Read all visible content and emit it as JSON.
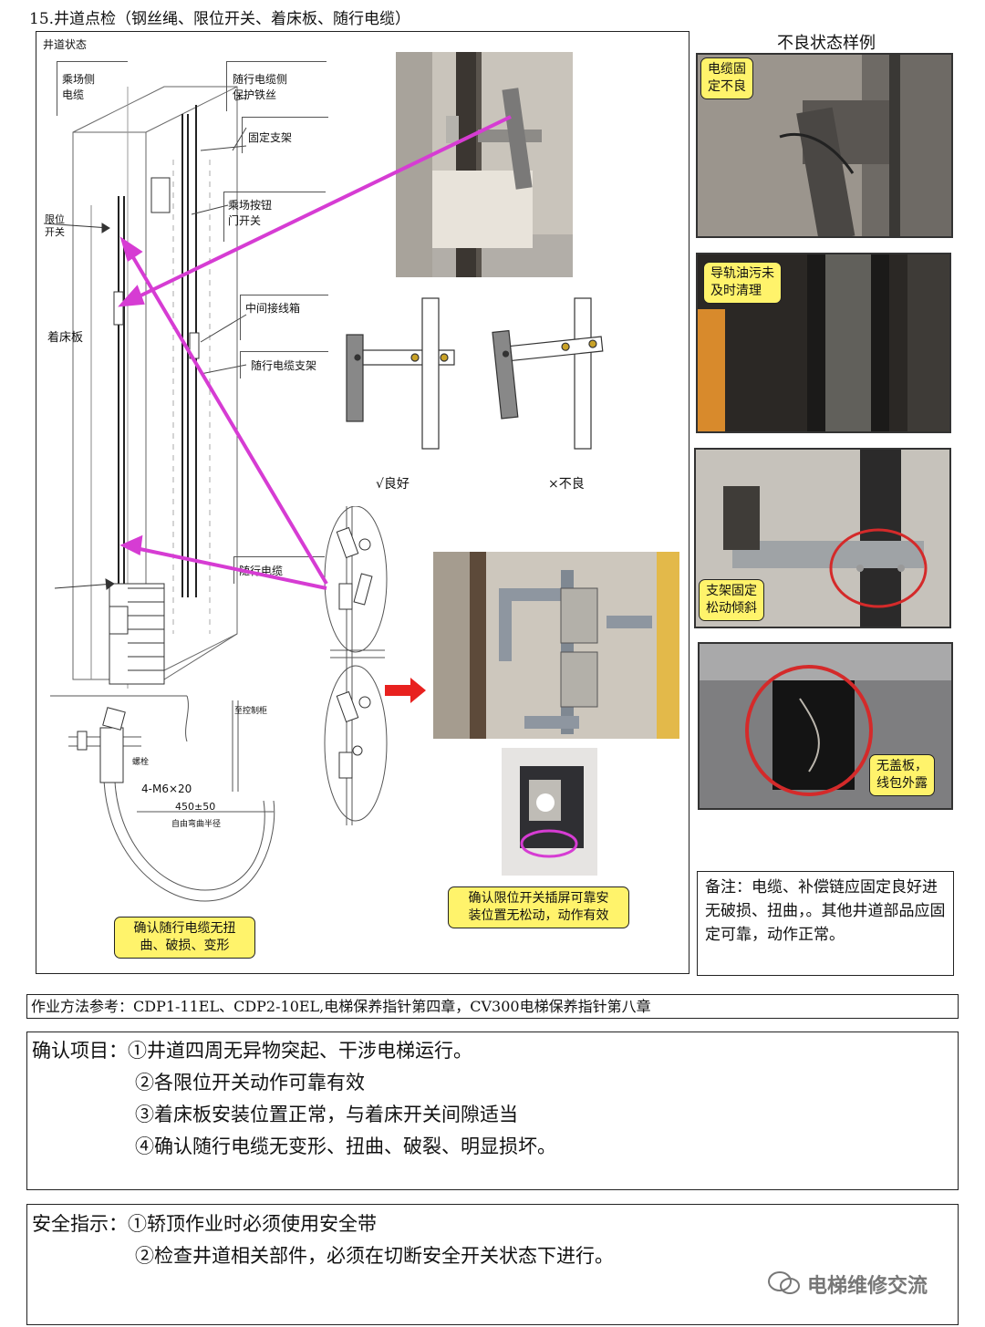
{
  "header": {
    "title": "15.井道点检（钢丝绳、限位开关、着床板、随行电缆）"
  },
  "shaft_panel": {
    "title": "井道状态",
    "labels": {
      "landing_cable": "乘场侧\n电缆",
      "guard_wire": "随行电缆侧\n保护铁丝",
      "fixed_bracket": "固定支架",
      "landing_button": "乘场按钮\n门开关",
      "junction_box": "中间接线箱",
      "cable_bracket": "随行电缆支架",
      "travel_cable": "随行电缆",
      "limit_switch": "限位\n开关",
      "landing_plate": "着床板"
    },
    "good_label": "√良好",
    "bad_label": "×不良",
    "cable_drawing": {
      "to_control": "至控制柜",
      "bolt": "螺栓",
      "spec": "4-M6×20",
      "dimension": "450±50",
      "radius_note": "自由弯曲半径"
    },
    "callout_cable": "确认随行电缆无扭\n曲、破损、变形",
    "callout_limit": "确认限位开关插屏可靠安\n装位置无松动，动作有效"
  },
  "bad_examples": {
    "title": "不良状态样例",
    "items": [
      {
        "label": "电缆固\n定不良"
      },
      {
        "label": "导轨油污未\n及时清理"
      },
      {
        "label": "支架固定\n松动倾斜"
      },
      {
        "label": "无盖板，\n线包外露"
      }
    ]
  },
  "note": {
    "text": "备注：电缆、补偿链应固定良好进无破损、扭曲，。其他井道部品应固定可靠，动作正常。"
  },
  "reference": {
    "text": "作业方法参考：CDP1-11EL、CDP2-10EL,电梯保养指针第四章，CV300电梯保养指针第八章"
  },
  "confirm": {
    "label": "确认项目：",
    "items": [
      "①井道四周无异物突起、干涉电梯运行。",
      "②各限位开关动作可靠有效",
      "③着床板安装位置正常，与着床开关间隙适当",
      "④确认随行电缆无变形、扭曲、破裂、明显损坏。"
    ]
  },
  "safety": {
    "label": "安全指示：",
    "items": [
      "①轿顶作业时必须使用安全带",
      "②检查井道相关部件，必须在切断安全开关状态下进行。"
    ]
  },
  "watermark": {
    "text": "电梯维修交流"
  },
  "colors": {
    "arrow": "#d63cd3",
    "callout": "#fff36b",
    "circle": "#d42a2a",
    "red_arrow": "#e8211f"
  }
}
